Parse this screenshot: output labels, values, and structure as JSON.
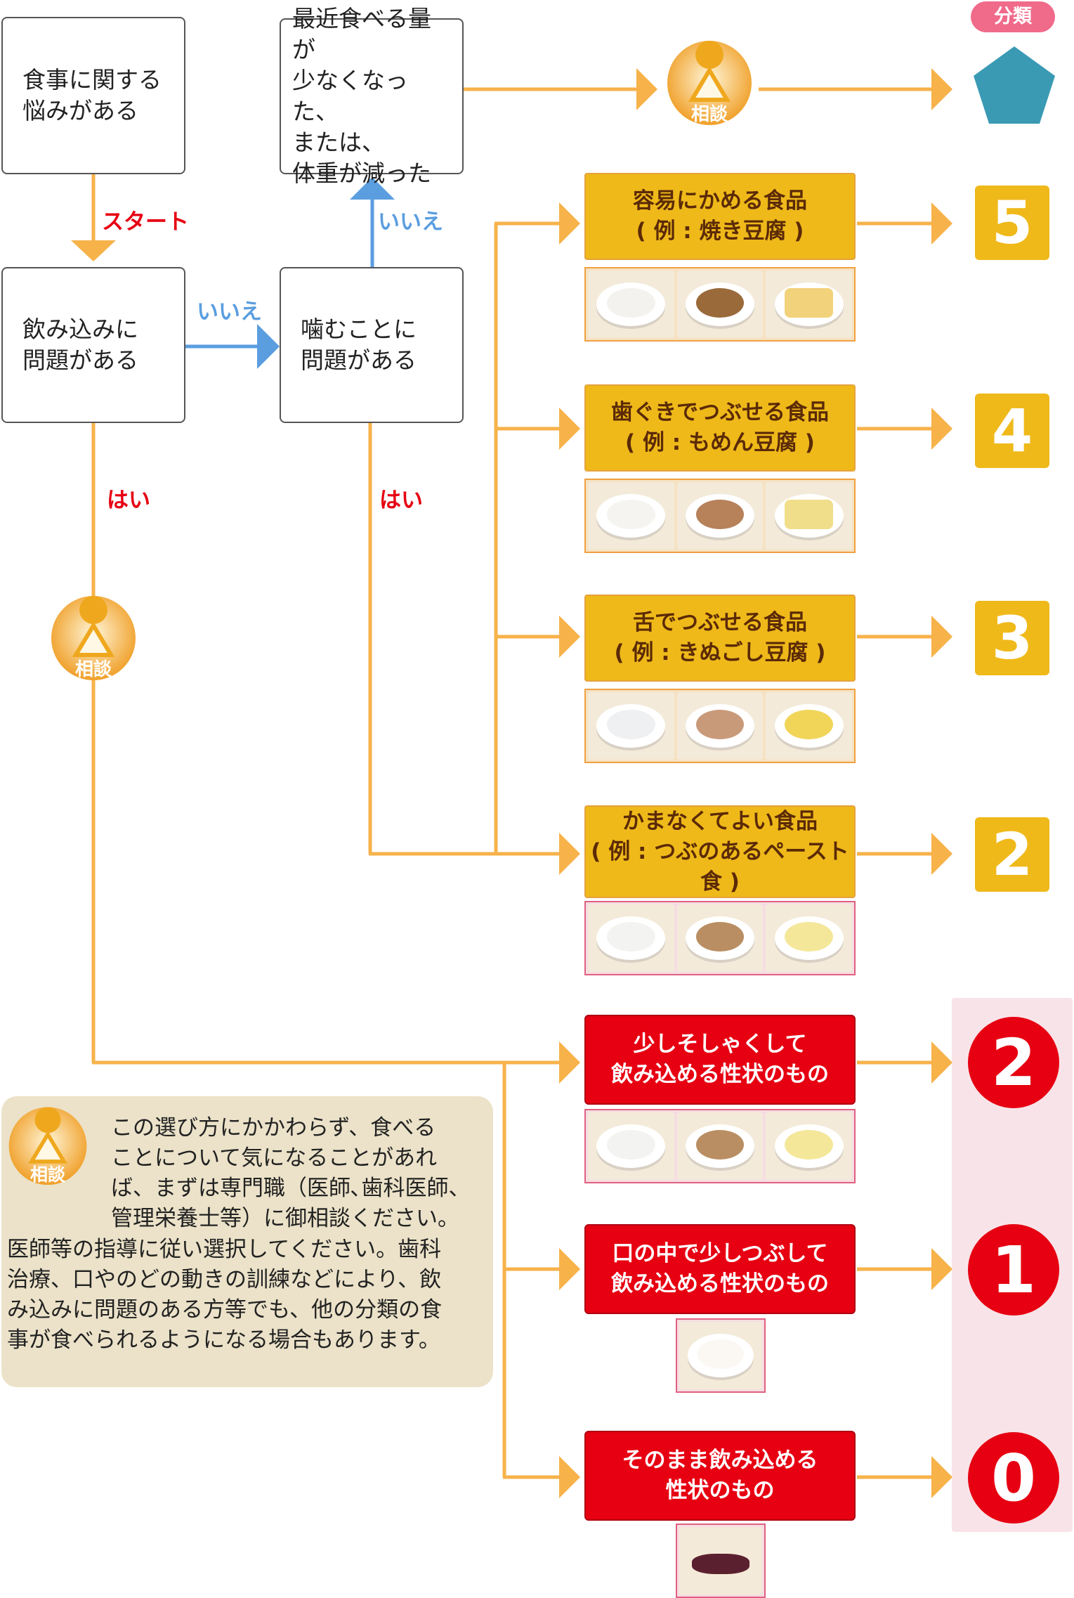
{
  "top_badge": "分類",
  "questions": {
    "q1": "食事に関する\n悩みがある",
    "q2": "飲み込みに\n問題がある",
    "q3": "噛むことに\n問題がある",
    "q4": "最近食べる量が\n少なくなった、\nまたは、\n体重が減った"
  },
  "labels": {
    "start": "スタート",
    "no": "いいえ",
    "yes": "はい"
  },
  "consult_label": "相談",
  "categories": [
    {
      "title": "容易にかめる食品\n( 例 : 焼き豆腐 )",
      "number": "5"
    },
    {
      "title": "歯ぐきでつぶせる食品\n( 例 : もめん豆腐 )",
      "number": "4"
    },
    {
      "title": "舌でつぶせる食品\n( 例 : きぬごし豆腐 )",
      "number": "3"
    },
    {
      "title": "かまなくてよい食品\n( 例 : つぶのあるペースト食 )",
      "number": "2"
    }
  ],
  "swallow_categories": [
    {
      "title": "少しそしゃくして\n飲み込める性状のもの",
      "number": "2"
    },
    {
      "title": "口の中で少しつぶして\n飲み込める性状のもの",
      "number": "1"
    },
    {
      "title": "そのまま飲み込める\n性状のもの",
      "number": "0"
    }
  ],
  "note": {
    "line1": "この選び方にかかわらず、食べる",
    "line2": "ことについて気になることがあれ",
    "line3": "ば、まずは専門職（医師､歯科医師、",
    "line4": "管理栄養士等）に御相談ください。",
    "line5": "医師等の指導に従い選択してください。歯科",
    "line6": "治療、口やのどの動きの訓練などにより、飲",
    "line7": "み込みに問題のある方等でも、他の分類の食",
    "line8": "事が食べられるようになる場合もあります。"
  },
  "colors": {
    "arrow_orange": "#f7b24a",
    "arrow_blue": "#5b9ee0",
    "category_yellow": "#efb91a",
    "category_red": "#e60012",
    "pentagon": "#3a9ab4",
    "badge_pink": "#f06a8a",
    "swallow_panel": "#f8e4e8"
  }
}
